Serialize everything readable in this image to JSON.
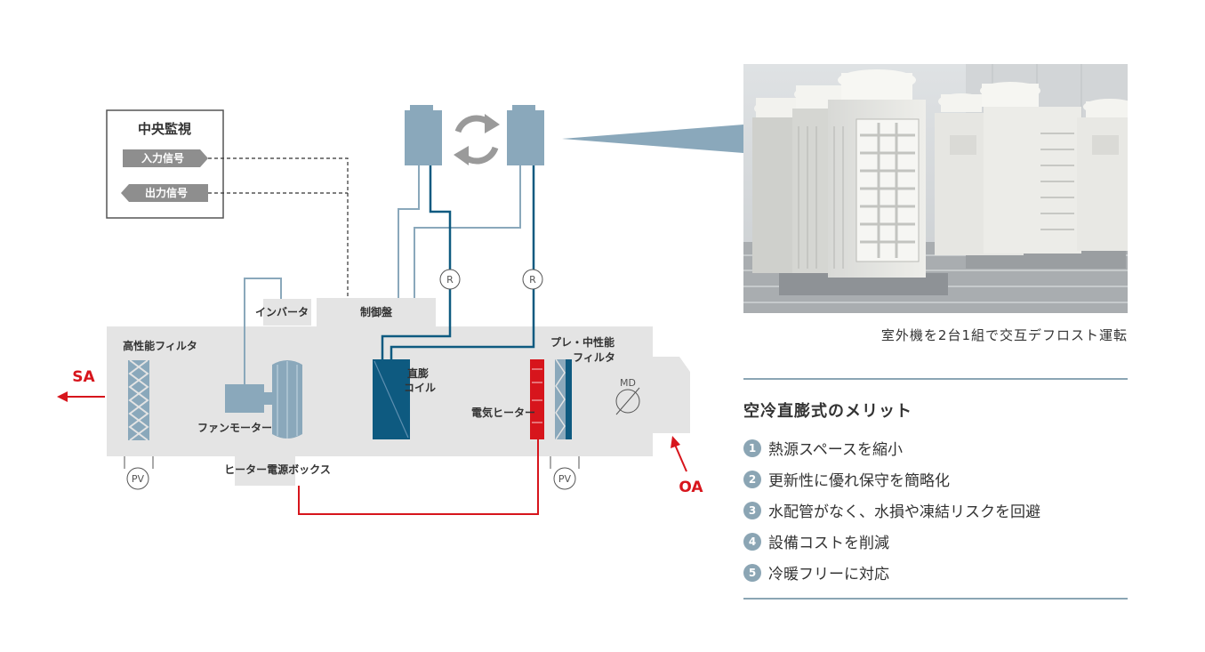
{
  "diagram": {
    "central_monitoring": {
      "title": "中央監視",
      "input_signal": "入力信号",
      "output_signal": "出力信号"
    },
    "inverter": "インバータ",
    "control_panel": "制御盤",
    "high_performance_filter": "高性能フィルタ",
    "fan_motor": "ファンモーター",
    "dx_coil_line1": "直膨",
    "dx_coil_line2": "コイル",
    "electric_heater": "電気ヒーター",
    "pre_filter_line1": "プレ・中性能",
    "pre_filter_line2": "フィルタ",
    "heater_power_box": "ヒーター電源ボックス",
    "md": "MD",
    "pv_left": "PV",
    "pv_right": "PV",
    "r_left": "R",
    "r_right": "R",
    "sa": "SA",
    "oa": "OA"
  },
  "photo": {
    "caption": "室外機を2台1組で交互デフロスト運転"
  },
  "merits": {
    "title": "空冷直膨式のメリット",
    "items": [
      {
        "num": "1",
        "text": "熱源スペースを縮小"
      },
      {
        "num": "2",
        "text": "更新性に優れ保守を簡略化"
      },
      {
        "num": "3",
        "text": "水配管がなく、水損や凍結リスクを回避"
      },
      {
        "num": "4",
        "text": "設備コストを削減"
      },
      {
        "num": "5",
        "text": "冷暖フリーに対応"
      }
    ]
  },
  "colors": {
    "unit_gray": "#e4e4e4",
    "steel_blue": "#8aa8bb",
    "dark_blue": "#0e5a80",
    "heater_red": "#d7151c",
    "accent_rule": "#8ba5b4"
  }
}
